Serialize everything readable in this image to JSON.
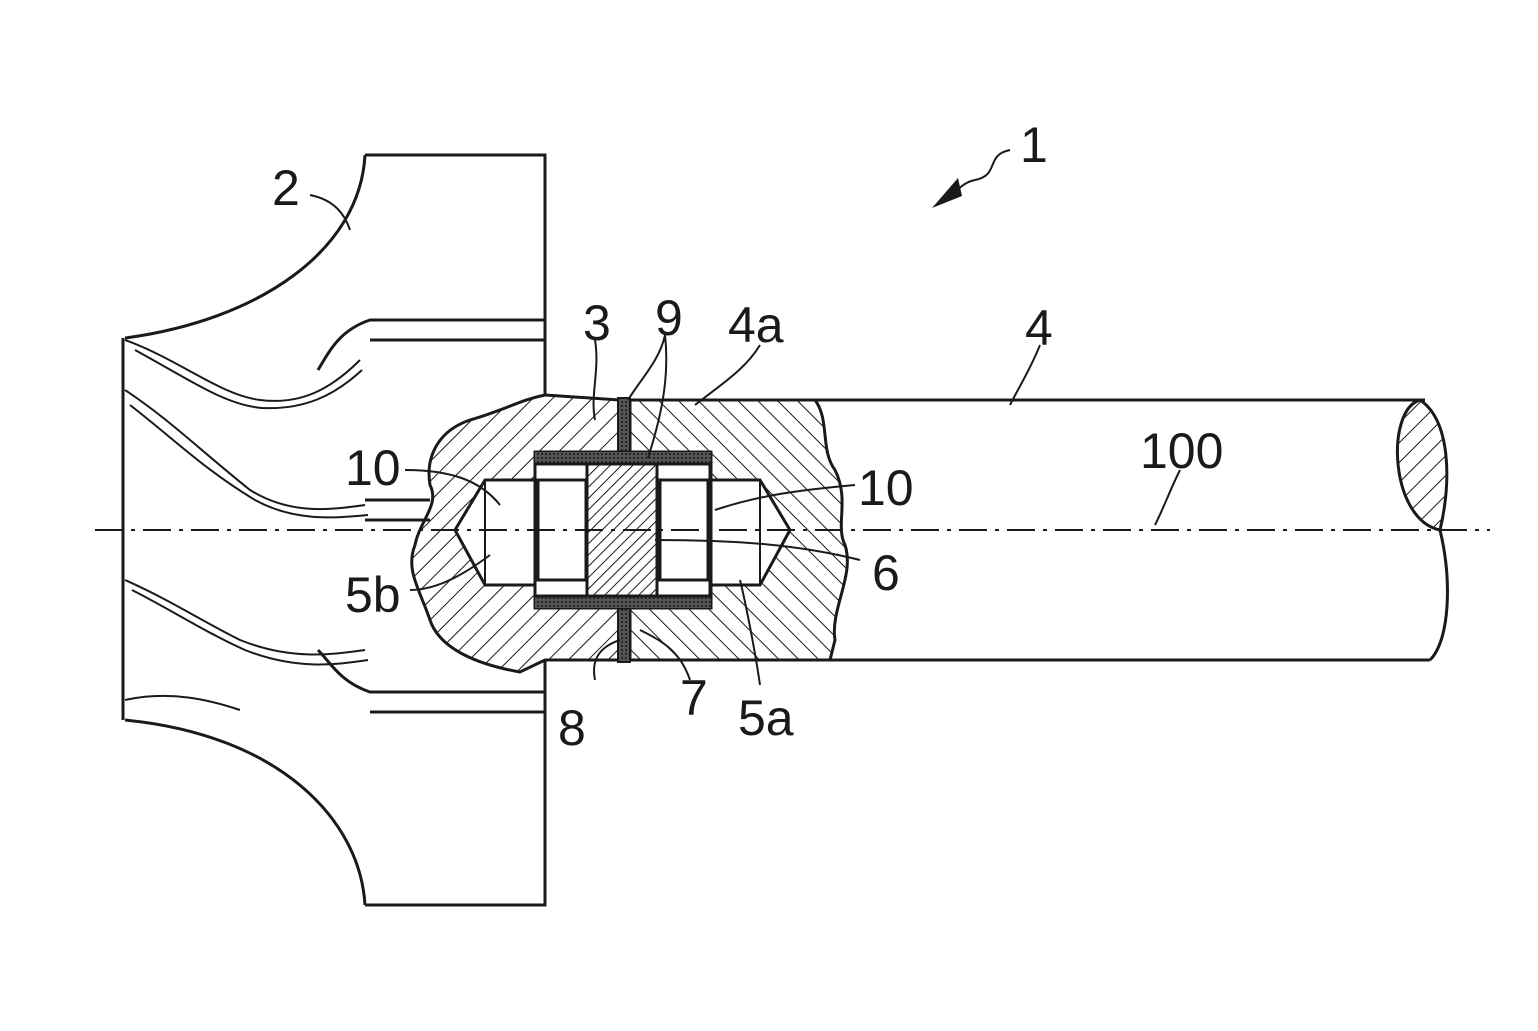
{
  "figure": {
    "labels": {
      "assembly": "1",
      "wheel": "2",
      "hub": "3",
      "shaft": "4",
      "shaft_end": "4a",
      "bore_a": "5a",
      "bore_b": "5b",
      "pin": "6",
      "joint": "7",
      "weld_seam": "8",
      "solder_layer": "9",
      "gap_left": "10",
      "gap_right": "10",
      "axis": "100"
    }
  }
}
